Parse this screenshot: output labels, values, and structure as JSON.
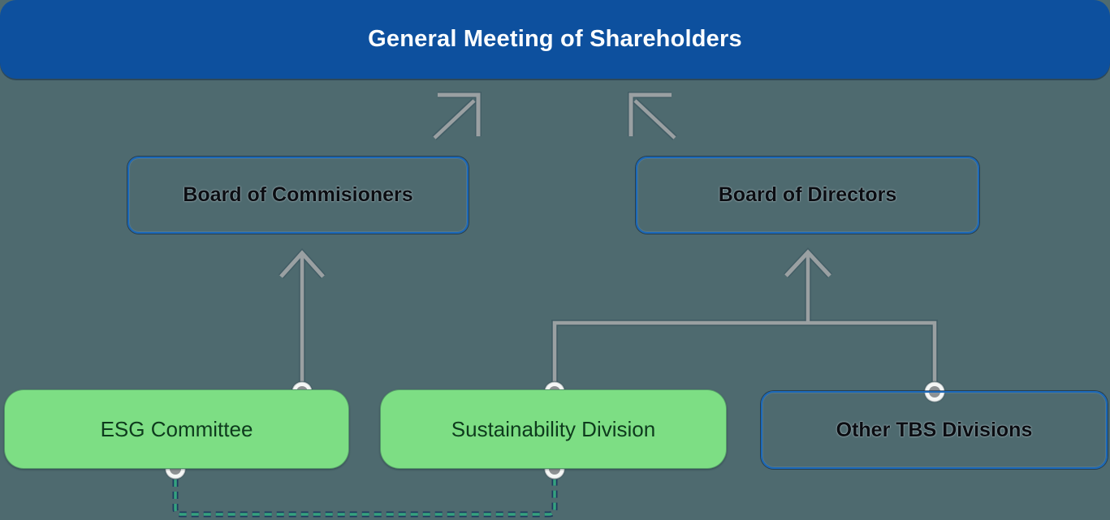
{
  "diagram": {
    "title_bar": {
      "label": "General Meeting of Shareholders"
    },
    "nodes": {
      "board_of_commisioners": {
        "label": "Board of Commisioners",
        "style": "outlined"
      },
      "board_of_directors": {
        "label": "Board of Directors",
        "style": "outlined"
      },
      "esg_committee": {
        "label": "ESG Committee",
        "style": "green-filled"
      },
      "sustainability_division": {
        "label": "Sustainability Division",
        "style": "green-filled"
      },
      "other_tbs_divisions": {
        "label": "Other TBS Divisions",
        "style": "outlined"
      }
    },
    "connectors": [
      {
        "from": "board_of_commisioners",
        "to": "general_meeting_of_shareholders",
        "type": "diagonal-arrow-up-right",
        "line": "solid-gray"
      },
      {
        "from": "board_of_directors",
        "to": "general_meeting_of_shareholders",
        "type": "diagonal-arrow-up-left",
        "line": "solid-gray"
      },
      {
        "from": "esg_committee",
        "to": "board_of_commisioners",
        "type": "vertical-arrow-up",
        "line": "solid-gray"
      },
      {
        "from": "sustainability_division",
        "to": "board_of_directors",
        "type": "branch-arrow-up",
        "line": "solid-gray"
      },
      {
        "from": "other_tbs_divisions",
        "to": "board_of_directors",
        "type": "branch-arrow-up",
        "line": "solid-gray"
      },
      {
        "from": "esg_committee",
        "to": "sustainability_division",
        "type": "u-shape-bottom",
        "line": "dashed-teal"
      }
    ]
  },
  "colors": {
    "bg": "#4e6a6f",
    "banner_blue": "#0d509e",
    "banner_text": "#fbfdfe",
    "outline_border": "#1b68b8",
    "outline_text": "#0b0d12",
    "green_fill": "#7dde84",
    "green_text": "#0e3b1d",
    "connector_gray": "#9aa0a2",
    "connector_dark": "#36505c",
    "handle_ring": "#f4f6f5",
    "handle_dot": "#8d9193",
    "dash_teal": "#35a17e",
    "dash_dark": "#1e3a5f"
  }
}
